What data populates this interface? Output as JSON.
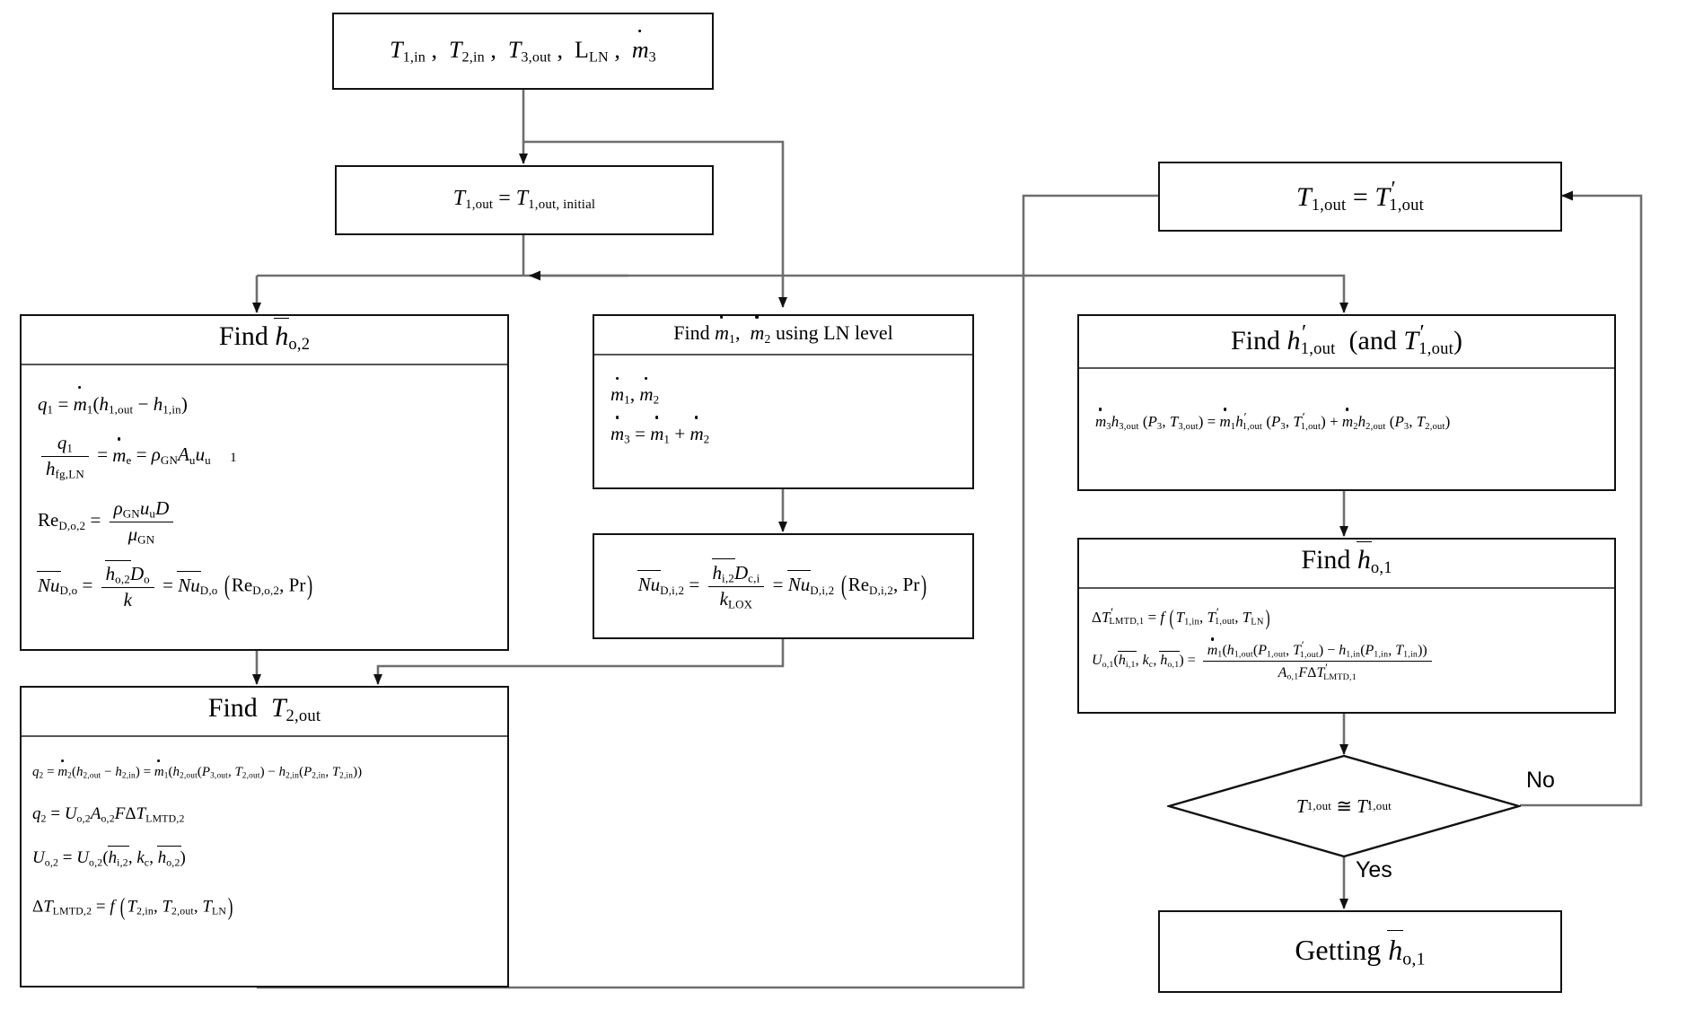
{
  "diagram": {
    "title": "Heat exchanger iterative solution flowchart",
    "type": "flowchart",
    "line_color": "#6b6b6b",
    "border_color": "#111111",
    "background": "#ffffff"
  },
  "nodes": {
    "inputs": {
      "id": "inputs",
      "shape": "process",
      "text_plain": "T1,in , T2,in , T3,out , LLN , ṁ3"
    },
    "init": {
      "id": "init",
      "shape": "process",
      "text_plain": "T1,out = T1,out, initial"
    },
    "update_t1out": {
      "id": "update-t1out",
      "shape": "process",
      "text_plain": "T1,out = T′1,out"
    },
    "find_ho2": {
      "id": "find-ho2",
      "shape": "process-with-header",
      "header_plain": "Find h̄o,2",
      "equations_plain": [
        "q1 = ṁ1(h1,out − h1,in)",
        "q1 / hfg,LN = ṁe = ρGN Au uu 1",
        "ReD,o,2 = ρGN uu D / μGN",
        "NūD,o = h̄o,2 Do / k = NūD,o (ReD,o,2 , Pr)"
      ]
    },
    "find_m12": {
      "id": "find-m1-m2",
      "shape": "process-with-header",
      "header_plain": "Find ṁ1, ṁ2 using LN level",
      "equations_plain": [
        "ṁ1, ṁ2",
        "ṁ3 = ṁ1 + ṁ2"
      ]
    },
    "nu_di2": {
      "id": "nusselt-di2",
      "shape": "process",
      "equations_plain": [
        "NūD,i,2 = h̄i,2 Dc,i / kLOX = NūD,i,2 (ReD,i,2 , Pr)"
      ]
    },
    "find_h1out": {
      "id": "find-h1out",
      "shape": "process-with-header",
      "header_plain": "Find h′1,out  (and T′1,out)",
      "equations_plain": [
        "ṁ3 h3,out (P3 , T3,out) = ṁ1 h′1,out (P3 , T′1,out) + ṁ2 h2,out (P3 , T2,out)"
      ]
    },
    "find_ho1": {
      "id": "find-ho1",
      "shape": "process-with-header",
      "header_plain": "Find h̄o,1",
      "equations_plain": [
        "ΔT′LMTD,1 = f (T1,in , T′1,out , TLN)",
        "Uo,1(h̄i,1 , kc , h̄o,1) = ṁ1(h1,out(P1,out , T′1,out) − h1,in(P1,in , T1,in)) / (Ao,1 F ΔT′LMTD,1)"
      ]
    },
    "find_t2out": {
      "id": "find-t2out",
      "shape": "process-with-header",
      "header_plain": "Find  T2,out",
      "equations_plain": [
        "q2 = ṁ2(h2,out − h2,in) = ṁ1(h2,out(P3,out , T2,out) − h2,in(P2,in , T2,in))",
        "q2 = Uo,2 Ao,2 F ΔTLMTD,2",
        "Uo,2 = Uo,2(h̄i,2 , kc , h̄o,2)",
        "ΔTLMTD,2 = f (T2,in , T2,out , TLN)"
      ]
    },
    "decision": {
      "id": "convergence-decision",
      "shape": "decision",
      "text_plain": "T1,out ≅ T′1,out"
    },
    "result": {
      "id": "result",
      "shape": "process",
      "text_plain": "Getting h̄o,1"
    }
  },
  "edge_labels": {
    "no": "No",
    "yes": "Yes"
  },
  "symbols": {
    "find": "Find",
    "getting": "Getting",
    "using_ln_level": "using LN level",
    "and": "and"
  }
}
